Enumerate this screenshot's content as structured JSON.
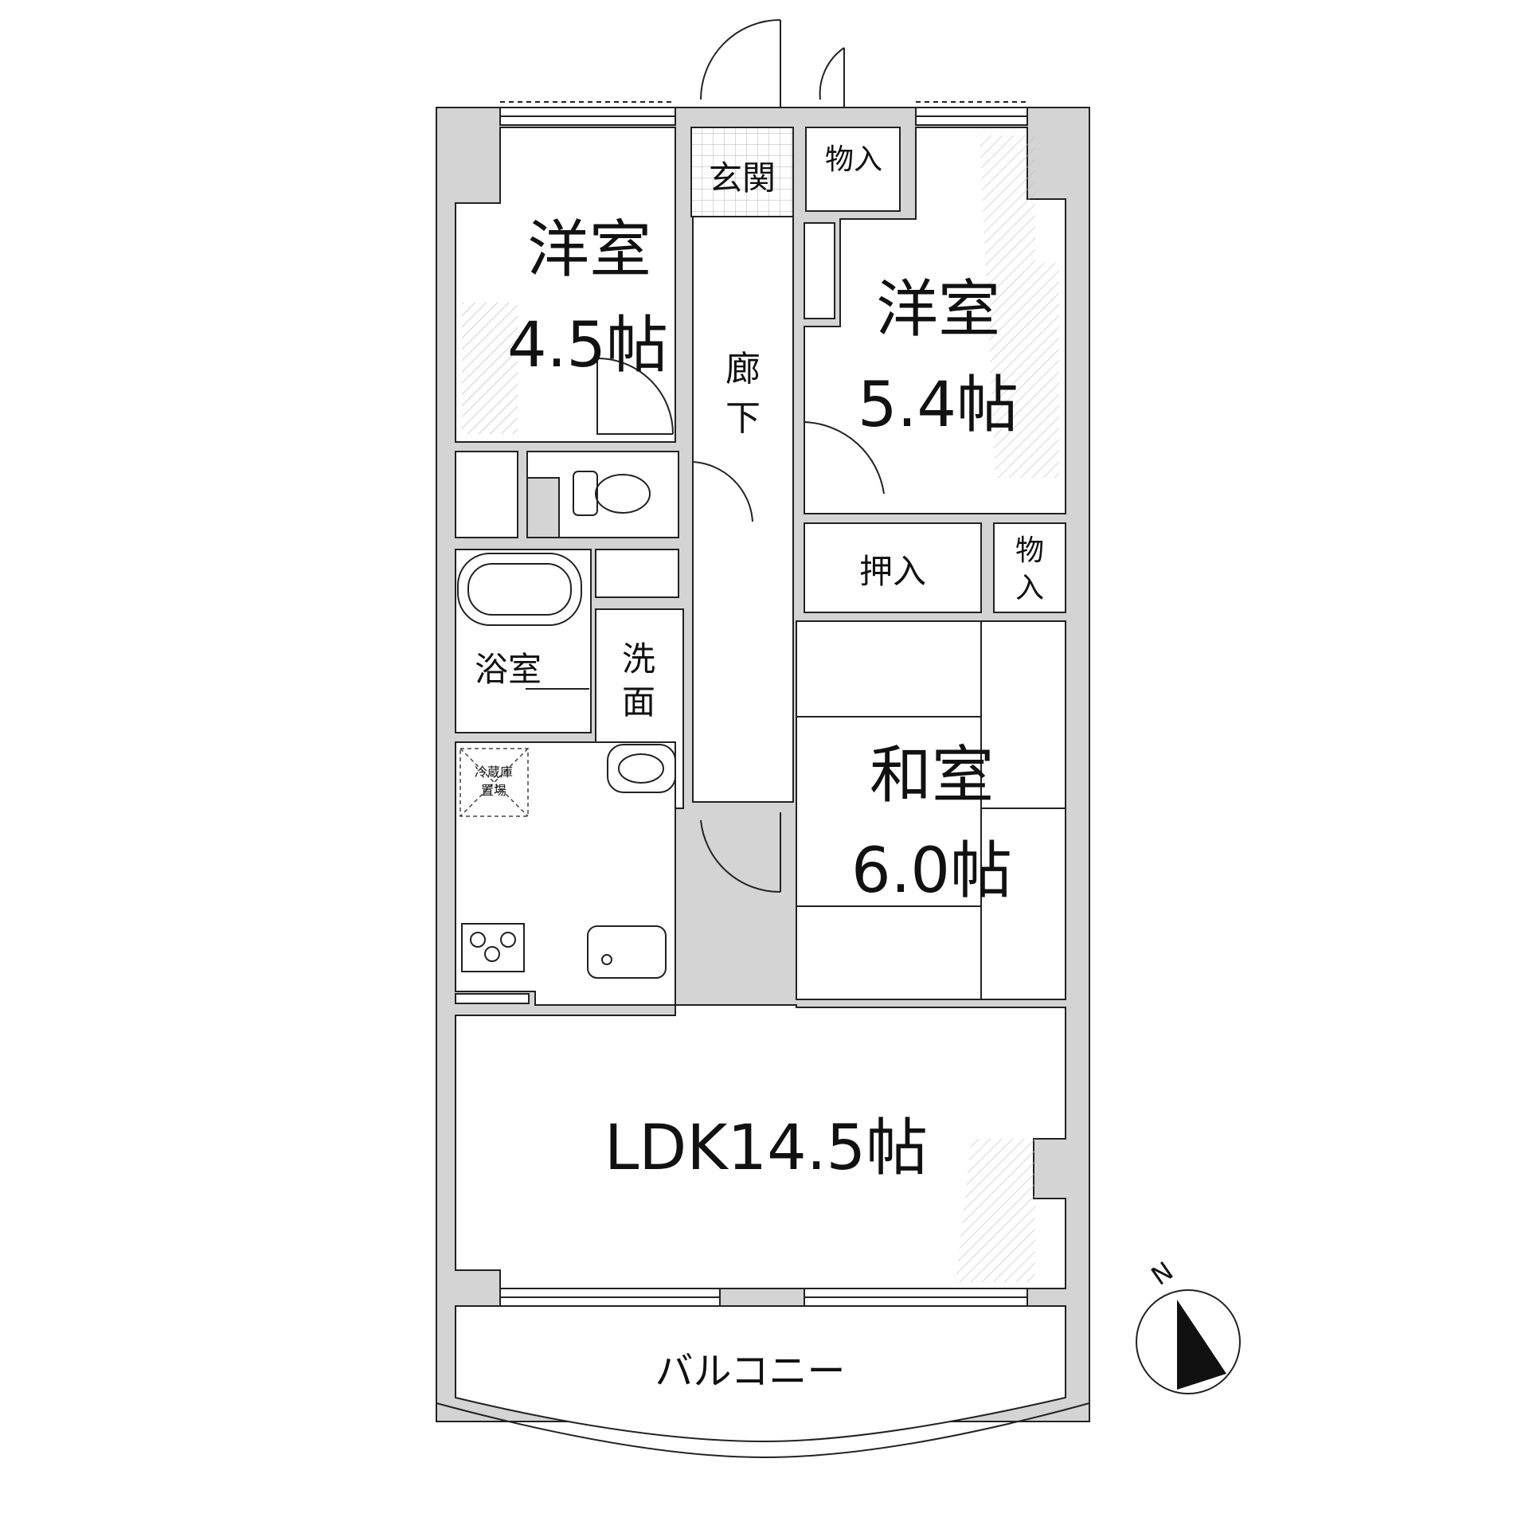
{
  "rooms": {
    "western_1": {
      "name": "洋室",
      "size": "4.5帖"
    },
    "western_2": {
      "name": "洋室",
      "size": "5.4帖"
    },
    "japanese": {
      "name": "和室",
      "size": "6.0帖"
    },
    "ldk": {
      "label": "LDK14.5帖"
    },
    "entrance": "玄関",
    "storage_top": "物入",
    "storage_side": [
      "物",
      "入"
    ],
    "oshiire": "押入",
    "corridor": [
      "廊",
      "下"
    ],
    "bathroom": "浴室",
    "washroom": [
      "洗",
      "面"
    ],
    "fridge": [
      "冷蔵庫",
      "置場"
    ],
    "balcony": "バルコニー"
  },
  "compass": {
    "label": "N"
  },
  "colors": {
    "wall": "#d4d4d4",
    "line": "#222222",
    "background": "#ffffff"
  }
}
